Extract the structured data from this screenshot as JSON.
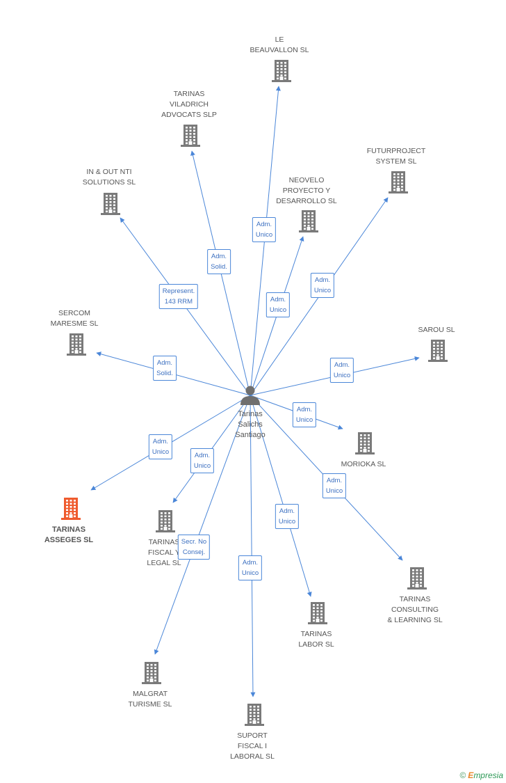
{
  "center": {
    "label": "Tarinas\nSalichs\nSantiago",
    "icon": "person-icon"
  },
  "nodes": [
    {
      "id": "le-beauvallon",
      "label": "LE\nBEAUVALLON SL",
      "icon": "building-icon"
    },
    {
      "id": "tarinas-viladrich",
      "label": "TARINAS\nVILADRICH\nADVOCATS  SLP",
      "icon": "building-icon"
    },
    {
      "id": "futurproject",
      "label": "FUTURPROJECT\nSYSTEM SL",
      "icon": "building-icon"
    },
    {
      "id": "in-out-nti",
      "label": "IN & OUT NTI\nSOLUTIONS  SL",
      "icon": "building-icon"
    },
    {
      "id": "neovelo",
      "label": "NEOVELO\nPROYECTO Y\nDESARROLLO SL",
      "icon": "building-icon"
    },
    {
      "id": "sercom",
      "label": "SERCOM\nMARESME SL",
      "icon": "building-icon"
    },
    {
      "id": "sarou",
      "label": "SAROU SL",
      "icon": "building-icon"
    },
    {
      "id": "morioka",
      "label": "MORIOKA SL",
      "icon": "building-icon"
    },
    {
      "id": "tarinas-asseges",
      "label": "TARINAS\nASSEGES  SL",
      "icon": "building-icon",
      "highlight": true
    },
    {
      "id": "tarinas-fiscal",
      "label": "TARINAS\nFISCAL Y\nLEGAL SL",
      "icon": "building-icon"
    },
    {
      "id": "tarinas-consulting",
      "label": "TARINAS\nCONSULTING\n& LEARNING SL",
      "icon": "building-icon"
    },
    {
      "id": "tarinas-labor",
      "label": "TARINAS\nLABOR SL",
      "icon": "building-icon"
    },
    {
      "id": "malgrat",
      "label": "MALGRAT\nTURISME SL",
      "icon": "building-icon"
    },
    {
      "id": "suport-fiscal",
      "label": "SUPORT\nFISCAL I\nLABORAL SL",
      "icon": "building-icon"
    }
  ],
  "edges": [
    {
      "to": "le-beauvallon",
      "label": "Adm.\nUnico"
    },
    {
      "to": "tarinas-viladrich",
      "label": "Adm.\nSolid."
    },
    {
      "to": "futurproject",
      "label": "Adm.\nUnico"
    },
    {
      "to": "in-out-nti",
      "label": "Represent.\n143 RRM"
    },
    {
      "to": "neovelo",
      "label": "Adm.\nUnico"
    },
    {
      "to": "sercom",
      "label": "Adm.\nSolid."
    },
    {
      "to": "sarou",
      "label": "Adm.\nUnico"
    },
    {
      "to": "morioka",
      "label": "Adm.\nUnico"
    },
    {
      "to": "tarinas-asseges",
      "label": "Adm.\nUnico"
    },
    {
      "to": "tarinas-fiscal",
      "label": "Adm.\nUnico"
    },
    {
      "to": "tarinas-consulting",
      "label": "Adm.\nUnico"
    },
    {
      "to": "tarinas-labor",
      "label": "Adm.\nUnico"
    },
    {
      "to": "malgrat",
      "label": "Secr.  No\nConsej."
    },
    {
      "to": "suport-fiscal",
      "label": "Adm.\nUnico"
    }
  ],
  "colors": {
    "edge": "#4a86d8",
    "icon": "#7a7a7a",
    "highlight": "#ef5b2e"
  },
  "footer": {
    "copyright": "©",
    "brand_initial": "E",
    "brand_rest": "mpresia"
  }
}
